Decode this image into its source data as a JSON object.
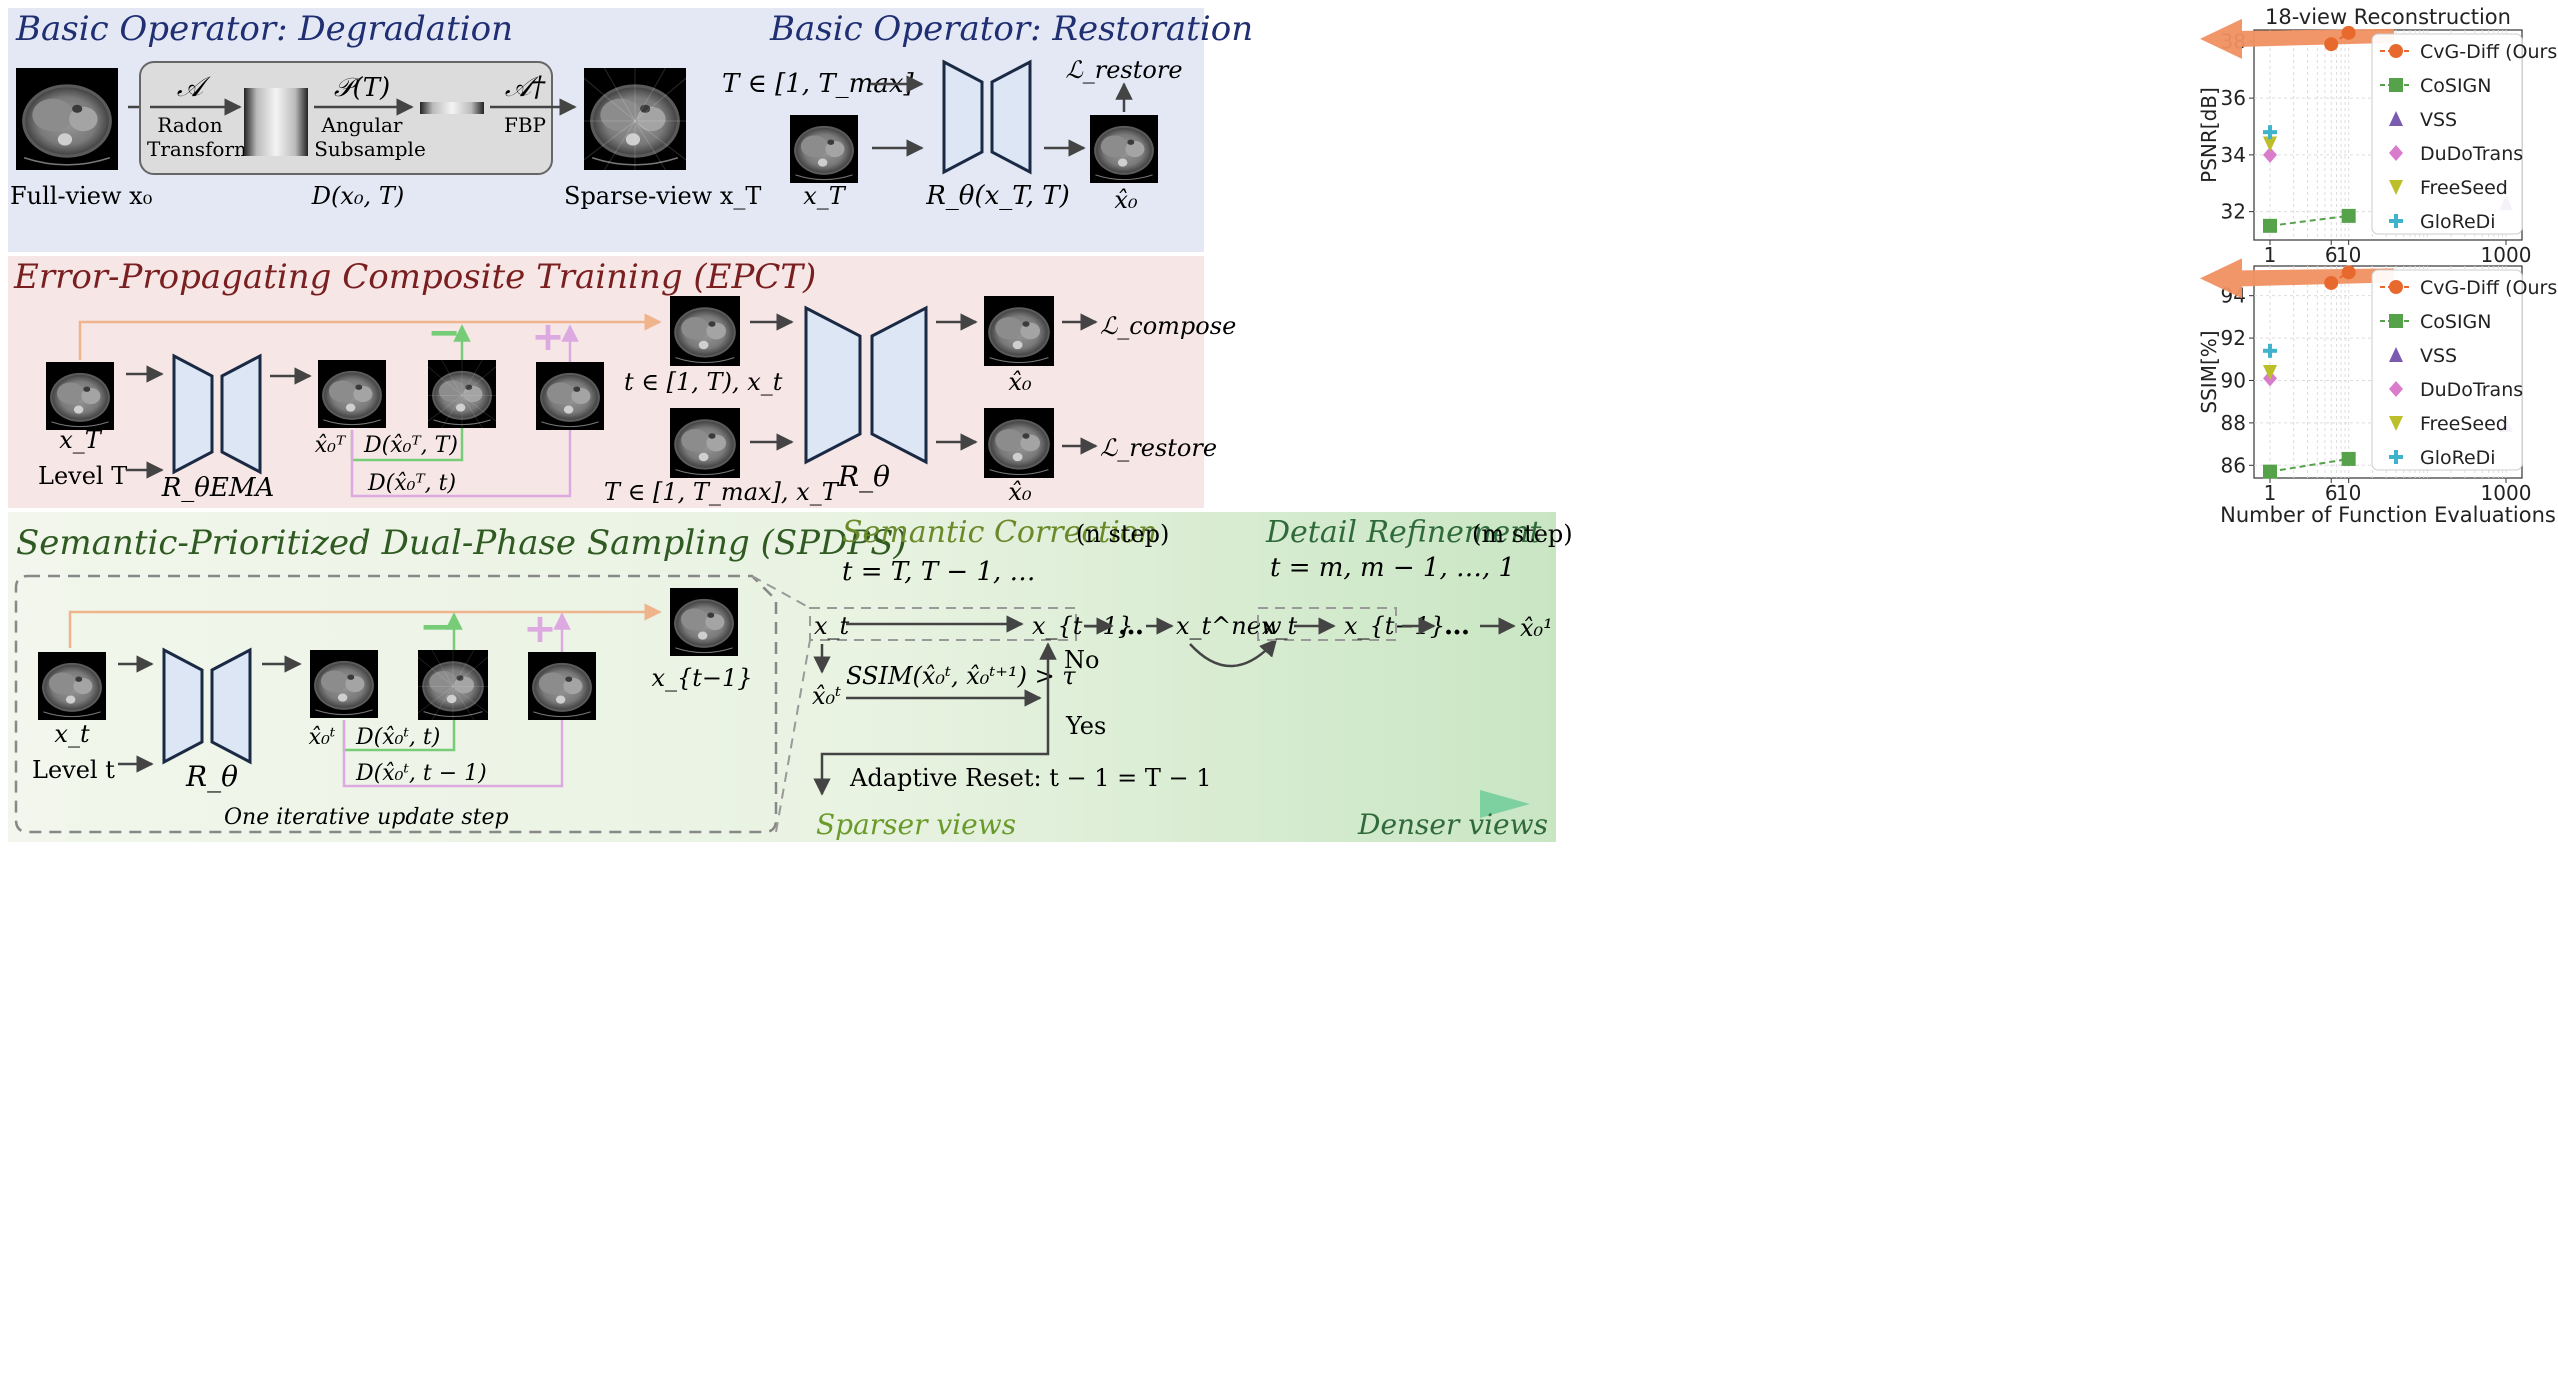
{
  "panels": {
    "degradation": {
      "title": "Basic Operator: Degradation",
      "radon_symbol": "𝒜",
      "radon_label_1": "Radon",
      "radon_label_2": "Transform",
      "angular_symbol": "𝒫(T)",
      "angular_label_1": "Angular",
      "angular_label_2": "Subsample",
      "fbp_symbol": "𝒜†",
      "fbp_label": "FBP",
      "operator_caption": "D(x₀, T)",
      "full_view_label": "Full-view x₀",
      "sparse_view_label": "Sparse-view x_T"
    },
    "restoration": {
      "title": "Basic Operator: Restoration",
      "t_range": "T ∈ [1, T_max]",
      "input_label": "x_T",
      "network_label": "R_θ(x_T, T)",
      "output_label": "x̂₀",
      "loss_label": "ℒ_restore"
    },
    "epct": {
      "title": "Error-Propagating Composite Training (EPCT)",
      "input_label": "x_T",
      "level_label": "Level T",
      "ema_net_label": "R_θEMA",
      "pred_label": "x̂₀ᵀ",
      "minus_sign": "−",
      "plus_sign": "+",
      "d_label_1": "D(x̂₀ᵀ, T)",
      "d_label_2": "D(x̂₀ᵀ, t)",
      "t_range_1": "t ∈ [1, T), x_t",
      "t_range_2": "T ∈ [1, T_max], x_T",
      "net_label": "R_θ",
      "out_label_1": "x̂₀",
      "out_label_2": "x̂₀",
      "loss_compose": "ℒ_compose",
      "loss_restore": "ℒ_restore"
    },
    "spdps": {
      "title": "Semantic-Prioritized Dual-Phase Sampling (SPDPS)",
      "input_label": "x_t",
      "level_label": "Level t",
      "net_label": "R_θ",
      "pred_label": "x̂₀ᵗ",
      "minus_sign": "−",
      "plus_sign": "+",
      "d_label_1": "D(x̂₀ᵗ, t)",
      "d_label_2": "D(x̂₀ᵗ, t − 1)",
      "out_label": "x_{t−1}",
      "step_caption": "One iterative update step",
      "semantic_title": "Semantic Correction",
      "semantic_steps": "(n step)",
      "semantic_sequence": "t = T, T − 1, …",
      "detail_title": "Detail Refinement",
      "detail_steps": "(m step)",
      "detail_sequence": "t = m, m − 1, …, 1",
      "flow_xt": "x_t",
      "flow_xt1": "x_{t−1}",
      "flow_dots": "…",
      "flow_new": "x_t^new",
      "flow_xt_b": "x_t",
      "flow_xt1_b": "x_{t−1}",
      "flow_dots_b": "…",
      "flow_final": "x̂₀¹",
      "flow_pred": "x̂₀ᵗ",
      "condition": "SSIM(x̂₀ᵗ, x̂₀ᵗ⁺¹) > τ",
      "no_label": "No",
      "yes_label": "Yes",
      "reset_label": "Adaptive Reset: t − 1 = T − 1",
      "sparser_label": "Sparser views",
      "denser_label": "Denser views"
    }
  },
  "legend": [
    {
      "name": "CvG-Diff (Ours)",
      "color": "#e8692e",
      "marker": "circle"
    },
    {
      "name": "CoSIGN",
      "color": "#55a24a",
      "marker": "square"
    },
    {
      "name": "VSS",
      "color": "#7b5bb0",
      "marker": "triangle"
    },
    {
      "name": "DuDoTrans",
      "color": "#d97ccc",
      "marker": "diamond"
    },
    {
      "name": "FreeSeed",
      "color": "#bcbf2a",
      "marker": "triangle-down"
    },
    {
      "name": "GloReDi",
      "color": "#3fb2cc",
      "marker": "plus"
    }
  ],
  "chart_data": [
    {
      "type": "scatter",
      "title": "18-view Reconstruction",
      "xlabel": "",
      "ylabel": "PSNR[dB]",
      "xscale": "log",
      "xlim": [
        1,
        1000
      ],
      "ylim": [
        31,
        38.4
      ],
      "xticks": [
        "1",
        "6",
        "10",
        "1000"
      ],
      "yticks": [
        "32",
        "34",
        "36",
        "38"
      ],
      "grid": true,
      "legend_position": "upper-right",
      "series": [
        {
          "name": "CvG-Diff (Ours)",
          "x": [
            6,
            10
          ],
          "y": [
            37.9,
            38.3
          ]
        },
        {
          "name": "CoSIGN",
          "x": [
            1,
            10
          ],
          "y": [
            31.5,
            31.85
          ]
        },
        {
          "name": "VSS",
          "x": [
            1000
          ],
          "y": [
            32.3
          ]
        },
        {
          "name": "DuDoTrans",
          "x": [
            1
          ],
          "y": [
            34.0
          ]
        },
        {
          "name": "FreeSeed",
          "x": [
            1
          ],
          "y": [
            34.4
          ]
        },
        {
          "name": "GloReDi",
          "x": [
            1
          ],
          "y": [
            34.8
          ]
        }
      ]
    },
    {
      "type": "scatter",
      "title": "",
      "xlabel": "Number of Function Evaluations",
      "ylabel": "SSIM[%]",
      "xscale": "log",
      "xlim": [
        1,
        1000
      ],
      "ylim": [
        85.4,
        95.4
      ],
      "xticks": [
        "1",
        "6",
        "10",
        "1000"
      ],
      "yticks": [
        "86",
        "88",
        "90",
        "92",
        "94"
      ],
      "grid": true,
      "legend_position": "upper-right",
      "series": [
        {
          "name": "CvG-Diff (Ours)",
          "x": [
            6,
            10
          ],
          "y": [
            94.6,
            95.1
          ]
        },
        {
          "name": "CoSIGN",
          "x": [
            1,
            10
          ],
          "y": [
            85.7,
            86.3
          ]
        },
        {
          "name": "VSS",
          "x": [
            1000
          ],
          "y": [
            87.9
          ]
        },
        {
          "name": "DuDoTrans",
          "x": [
            1
          ],
          "y": [
            90.1
          ]
        },
        {
          "name": "FreeSeed",
          "x": [
            1
          ],
          "y": [
            90.4
          ]
        },
        {
          "name": "GloReDi",
          "x": [
            1
          ],
          "y": [
            91.4
          ]
        }
      ]
    }
  ]
}
